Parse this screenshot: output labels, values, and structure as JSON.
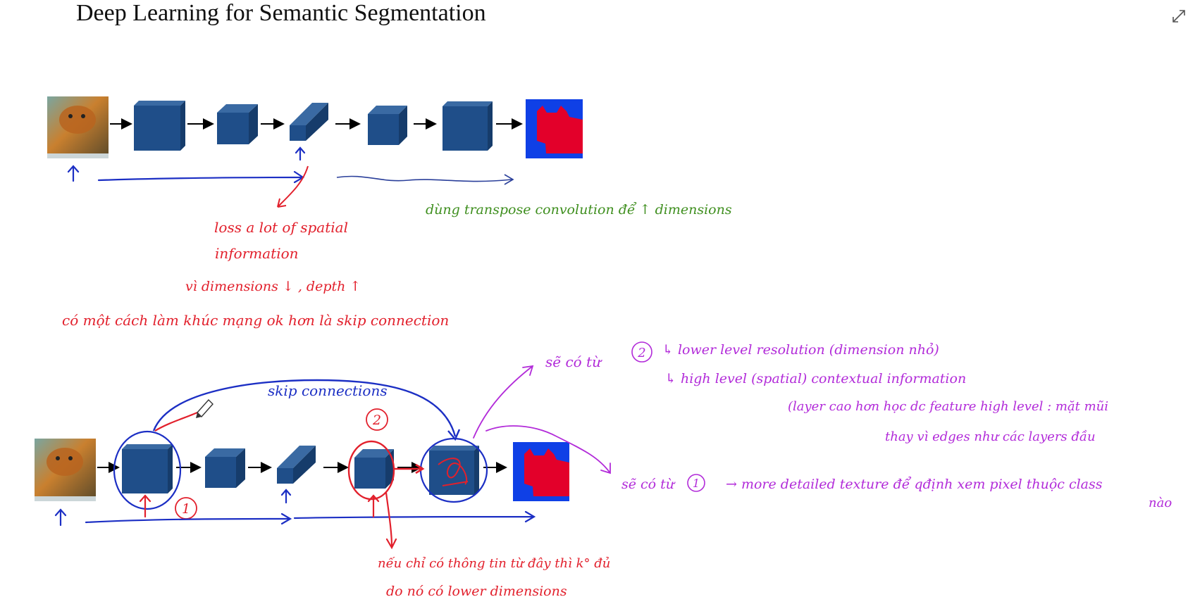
{
  "slide": {
    "title": "Deep Learning for Semantic Segmentation",
    "expand_icon": "expand-icon"
  },
  "annotations": {
    "transpose_note": "dùng transpose convolution để ↑ dimensions",
    "loss_line1": "loss a lot of spatial",
    "loss_line2": "information",
    "dims_line": "vì dimensions ↓ , depth ↑",
    "better_way": "có một cách làm khúc mạng ok hơn là skip connection",
    "skip_label": "skip connections",
    "from2_intro": "sẽ có từ",
    "from2_l1": "↳ lower level resolution (dimension nhỏ)",
    "from2_l2": "↳ high level (spatial) contextual information",
    "from2_l3": "(layer cao hơn học dc feature high level : mặt mũi",
    "from2_l4": "thay vì edges như các layers đầu",
    "from1_intro": "sẽ có từ",
    "from1_l1": "→ more detailed texture để qđịnh xem pixel thuộc class",
    "from1_l2": "nào",
    "bottom_l1": "nếu chỉ có thông tin từ đây thì k° đủ",
    "bottom_l2": "do nó có lower dimensions",
    "circle_1": "1",
    "circle_2": "2"
  },
  "colors": {
    "block_front": "#1f4e89",
    "block_top": "#3a6aa3",
    "block_side": "#163c6b",
    "blue_ink": "#1c2fc4",
    "red_ink": "#e2202c",
    "green_ink": "#3f8f1f",
    "magenta_ink": "#b22bd9",
    "mask_background": "#0f40e6",
    "mask_foreground": "#e3002a"
  }
}
